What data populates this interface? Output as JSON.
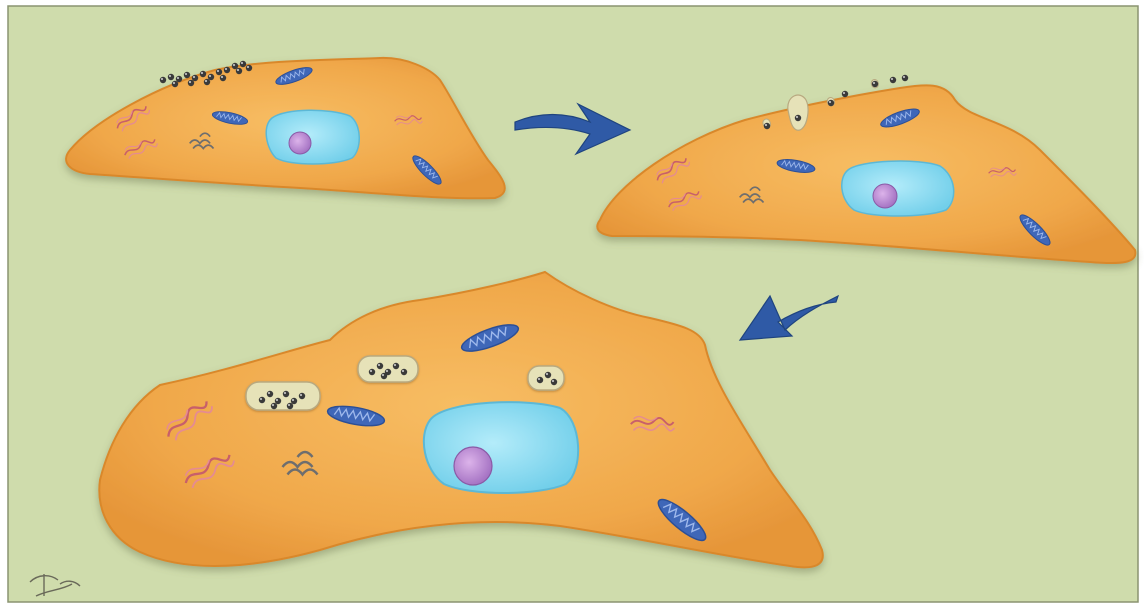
{
  "diagram": {
    "background_color": "#cfdcac",
    "border_color": "#8a9370",
    "cell_color": "#f0a84a",
    "cell_edge_color": "#d9882c",
    "nucleus_color": "#8fdcf2",
    "nucleolus_color": "#c48fd6",
    "mitochondria_color": "#3f67b8",
    "arrow_color": "#2f5aa6",
    "vesicle_color": "#e6e2b8",
    "particle_color": "#3a3a3a",
    "stages": [
      {
        "name": "particles-at-membrane"
      },
      {
        "name": "membrane-invagination"
      },
      {
        "name": "internalized-vesicles"
      }
    ],
    "arrows": [
      {
        "from": "particles-at-membrane",
        "to": "membrane-invagination"
      },
      {
        "from": "membrane-invagination",
        "to": "internalized-vesicles"
      }
    ],
    "signature": {
      "icon": "artist-signature-icon"
    }
  }
}
